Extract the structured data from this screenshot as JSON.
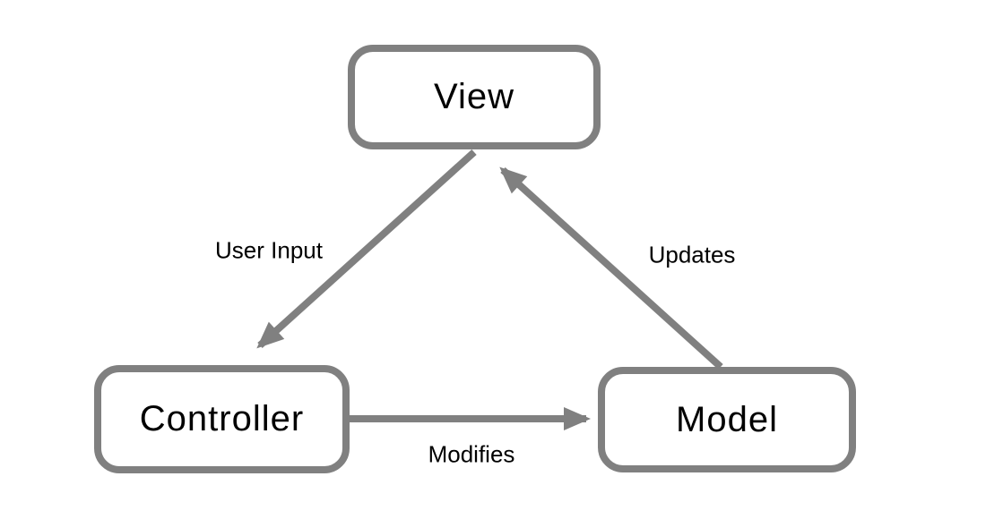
{
  "diagram": {
    "type": "architecture-diagram",
    "pattern": "Model-View-Controller",
    "nodes": [
      {
        "id": "view",
        "label": "View"
      },
      {
        "id": "controller",
        "label": "Controller"
      },
      {
        "id": "model",
        "label": "Model"
      }
    ],
    "edges": [
      {
        "from": "view",
        "to": "controller",
        "label": "User Input"
      },
      {
        "from": "model",
        "to": "view",
        "label": "Updates"
      },
      {
        "from": "controller",
        "to": "model",
        "label": "Modifies"
      }
    ],
    "colors": {
      "stroke": "#808080",
      "text": "#000000",
      "background": "#ffffff"
    }
  }
}
